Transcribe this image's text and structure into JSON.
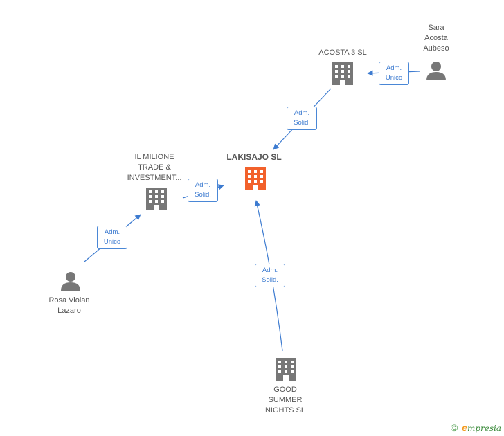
{
  "colors": {
    "edge": "#3d7bd0",
    "building": "#777777",
    "building_main": "#f2612b",
    "person": "#777777"
  },
  "nodes": {
    "sara": {
      "label": "Sara\nAcosta\nAubeso",
      "icon": "person-icon"
    },
    "acosta": {
      "label": "ACOSTA 3  SL",
      "icon": "building-icon"
    },
    "lakisajo": {
      "label": "LAKISAJO  SL",
      "icon": "building-icon"
    },
    "il_milione": {
      "label": "IL MILIONE\nTRADE &\nINVESTMENT...",
      "icon": "building-icon"
    },
    "rosa": {
      "label": "Rosa Violan\nLazaro",
      "icon": "person-icon"
    },
    "good_summer": {
      "label": "GOOD\nSUMMER\nNIGHTS  SL",
      "icon": "building-icon"
    }
  },
  "edges": {
    "sara_acosta": {
      "line1": "Adm.",
      "line2": "Unico"
    },
    "acosta_lakisajo": {
      "line1": "Adm.",
      "line2": "Solid."
    },
    "il_lakisajo": {
      "line1": "Adm.",
      "line2": "Solid."
    },
    "rosa_il": {
      "line1": "Adm.",
      "line2": "Unico"
    },
    "good_lakisajo": {
      "line1": "Adm.",
      "line2": "Solid."
    }
  },
  "brand": {
    "copyright": "©",
    "first_letter": "e",
    "rest": "mpresia"
  }
}
